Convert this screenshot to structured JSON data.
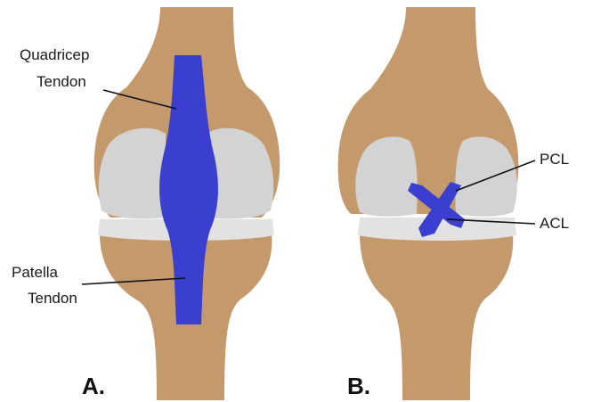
{
  "colors": {
    "bone": "#c49a6c",
    "cartilage": "#d3d3d3",
    "meniscus": "#e2e2e2",
    "ligament": "#3a3fd0",
    "leader_line": "#111111",
    "label_text": "#1a1a1a"
  },
  "panel_a": {
    "panel_label": "A.",
    "quadricep_label_line1": "Quadricep",
    "quadricep_label_line2": "Tendon",
    "patella_label_line1": "Patella",
    "patella_label_line2": "Tendon"
  },
  "panel_b": {
    "panel_label": "B.",
    "pcl_label": "PCL",
    "acl_label": "ACL"
  }
}
